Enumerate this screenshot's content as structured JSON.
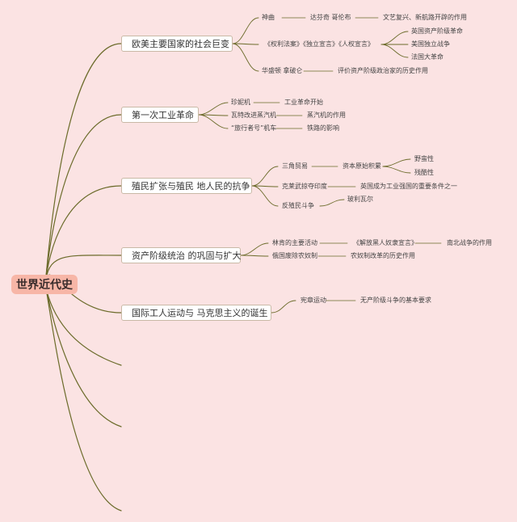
{
  "root": {
    "label": "世界近代史"
  },
  "topics": [
    {
      "label": "欧美主要国家的社会巨变",
      "icon": "flag-icon"
    },
    {
      "label": "第一次工业革命",
      "icon": "fire-icon"
    },
    {
      "label": "殖民扩张与殖民 地人民的抗争",
      "icon": "blue-fire-icon"
    },
    {
      "label": "资产阶级统治 的巩固与扩大",
      "icon": "fire-icon"
    },
    {
      "label": "国际工人运动与 马克思主义的诞生",
      "icon": "lightbulb-icon"
    }
  ],
  "nodes": {
    "t1a": "神曲",
    "t1a1": "达芬奇 哥伦布",
    "t1a2": "文艺复兴、新航路开辟的作用",
    "t1b": "《权利法案》《独立宣言》《人权宣言》",
    "t1b1": "英国资产阶级革命",
    "t1b2": "美国独立战争",
    "t1b3": "法国大革命",
    "t1c": "华盛顿 拿破仑",
    "t1c1": "评价资产阶级政治家的历史作用",
    "t2a": "珍妮机",
    "t2a1": "工业革命开始",
    "t2b": "瓦特改进蒸汽机",
    "t2b1": "蒸汽机的作用",
    "t2c": "“旅行者号”机车",
    "t2c1": "铁路的影响",
    "t3a": "三角贸易",
    "t3a1": "资本原始积累",
    "t3a1a": "野蛮性",
    "t3a1b": "残酷性",
    "t3b": "克莱武掠夺印度",
    "t3b1": "英国成为工业强国的重要条件之一",
    "t3c": "反殖民斗争",
    "t3c1": "玻利瓦尔",
    "t4a": "林肯的主要活动",
    "t4a1": "《解放黑人奴隶宣言》",
    "t4a2": "南北战争的作用",
    "t4b": "俄国废除农奴制",
    "t4b1": "农奴制改革的历史作用",
    "t5a": "宪章运动",
    "t5a1": "无产阶级斗争的基本要求"
  },
  "colors": {
    "branch": "#6b6b2a",
    "flag": "#2f6fd1",
    "fire": "#e04a2a",
    "blueFire": "#2f8fe0",
    "bulb": "#e8c93a"
  }
}
